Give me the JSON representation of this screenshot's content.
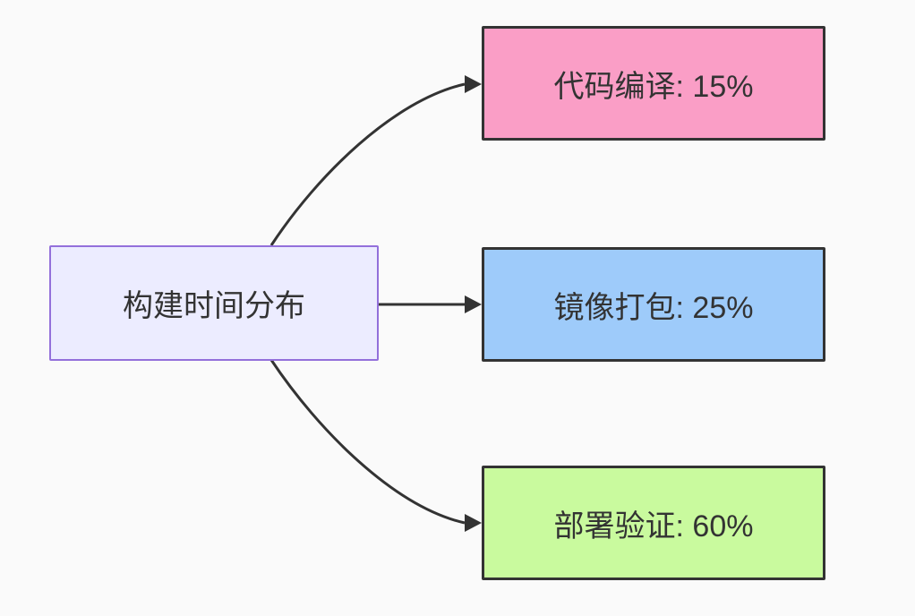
{
  "canvas": {
    "background": "#fafafa"
  },
  "diagram": {
    "type": "flowchart",
    "direction": "LR",
    "edge_color": "#333333",
    "root": {
      "label": "构建时间分布",
      "fill": "#ECECFF",
      "border_color": "#9370DB",
      "text_color": "#333333"
    },
    "branches": [
      {
        "id": "code-compile",
        "label": "代码编译: 15%",
        "stage": "代码编译",
        "percent": 15,
        "fill": "#fa9ec6",
        "border_color": "#333333",
        "text_color": "#333333"
      },
      {
        "id": "image-package",
        "label": "镜像打包: 25%",
        "stage": "镜像打包",
        "percent": 25,
        "fill": "#9ecbfa",
        "border_color": "#333333",
        "text_color": "#333333"
      },
      {
        "id": "deploy-verify",
        "label": "部署验证: 60%",
        "stage": "部署验证",
        "percent": 60,
        "fill": "#c9fa9e",
        "border_color": "#333333",
        "text_color": "#333333"
      }
    ]
  }
}
